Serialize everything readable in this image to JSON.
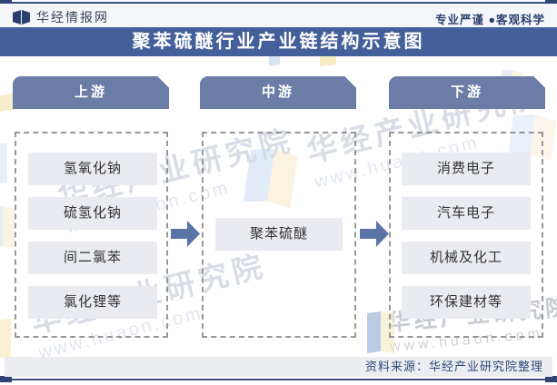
{
  "header": {
    "brand": "华经情报网",
    "slogan": "专业严谨 ●客观科学"
  },
  "title": "聚苯硫醚行业产业链结构示意图",
  "chain": {
    "columns": [
      {
        "header": "上游",
        "items": [
          "氢氧化钠",
          "硫氢化钠",
          "间二氯苯",
          "氯化锂等"
        ]
      },
      {
        "header": "中游",
        "items": [
          "聚苯硫醚"
        ]
      },
      {
        "header": "下游",
        "items": [
          "消费电子",
          "汽车电子",
          "机械及化工",
          "环保建材等"
        ]
      }
    ]
  },
  "footer": {
    "source": "资料来源：华经产业研究院整理"
  },
  "watermark": {
    "name": "华经产业研究院",
    "site": "www.huaon.com"
  },
  "colors": {
    "title_bar": "#44609A",
    "tab": "#6B7DA6",
    "arrow": "#5C73A6",
    "item_bg": "#E9EBF1",
    "hairline": "#3A4F82",
    "end_cap": "#2F4475",
    "footer_bg": "#ECEDF1",
    "brand_text": "#2B3F6E"
  }
}
